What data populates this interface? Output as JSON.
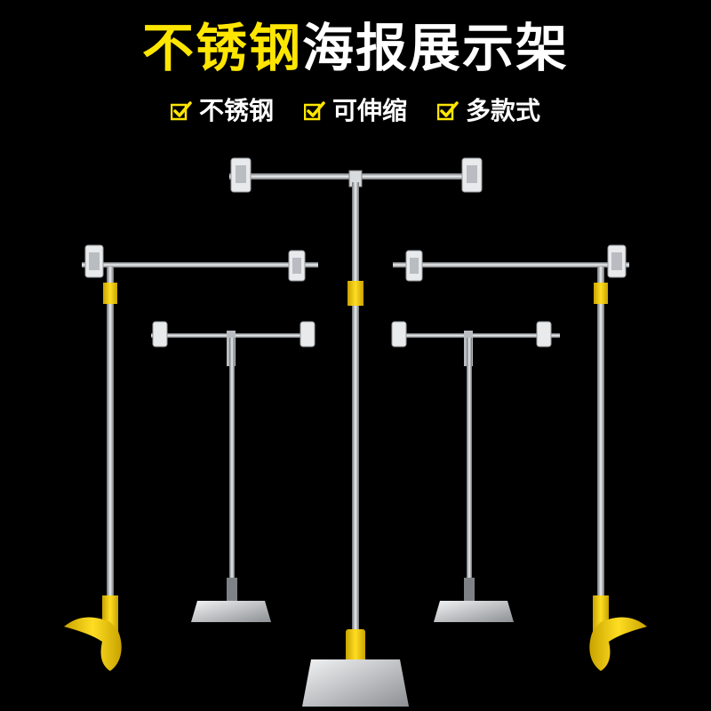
{
  "headline": {
    "highlight": "不锈钢",
    "rest": "海报展示架"
  },
  "features": [
    {
      "label": "不锈钢",
      "icon": "check-icon"
    },
    {
      "label": "可伸缩",
      "icon": "check-icon"
    },
    {
      "label": "多款式",
      "icon": "check-icon"
    }
  ],
  "colors": {
    "background": "#000000",
    "accent": "#FFE600",
    "text": "#FFFFFF",
    "steel": "#C9CCCF",
    "clip_yellow": "#F2C80F"
  },
  "products": [
    {
      "style": "floor-stand-tall-center",
      "base": "square-plate"
    },
    {
      "style": "clamp-stand-left",
      "base": "yellow-clamp"
    },
    {
      "style": "clamp-stand-right",
      "base": "yellow-clamp"
    },
    {
      "style": "desk-stand-left",
      "base": "square-plate"
    },
    {
      "style": "desk-stand-right",
      "base": "square-plate"
    }
  ]
}
